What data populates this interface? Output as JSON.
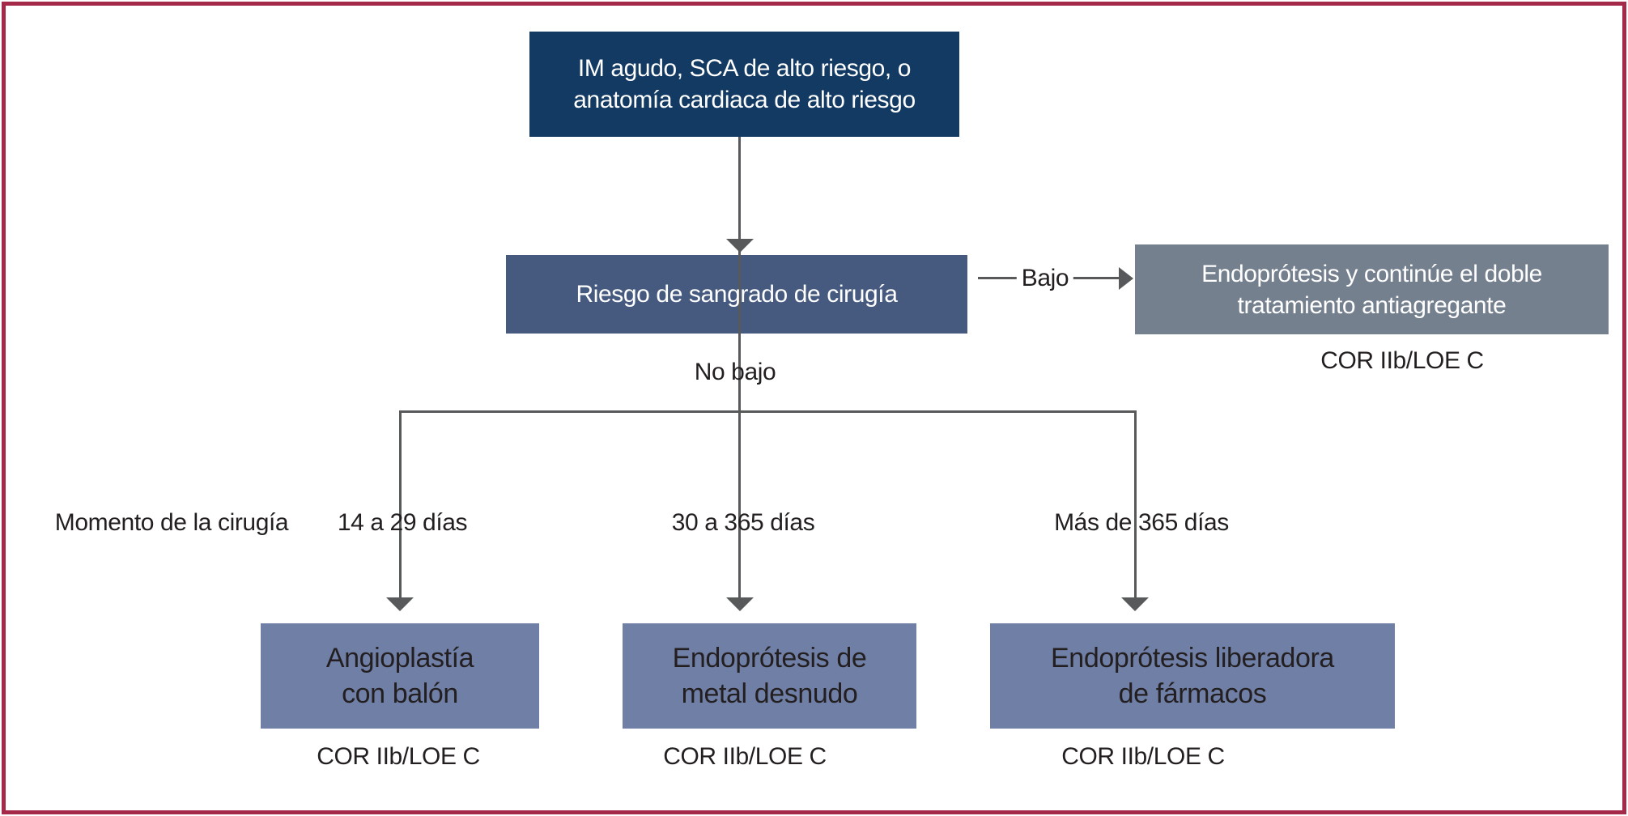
{
  "colors": {
    "border": "#a52a49",
    "line": "#58595b",
    "top_box_bg": "#133a63",
    "mid_box_bg": "#46597f",
    "gray_box_bg": "#75808f",
    "bottom_box_bg": "#6f7fa6",
    "box_text_light": "#ffffff",
    "text_dark": "#231f20"
  },
  "flowchart": {
    "top_box": "IM agudo, SCA de alto riesgo, o\nanatomía cardiaca de alto riesgo",
    "mid_box": "Riesgo de sangrado de cirugía",
    "low_label": "Bajo",
    "not_low_label": "No bajo",
    "gray_box": "Endoprótesis y continúe el doble\ntratamiento antiagregante",
    "gray_box_cor": "COR IIb/LOE C",
    "timing_title": "Momento de la cirugía",
    "timing_1": "14 a 29 días",
    "timing_2": "30 a 365 días",
    "timing_3": "Más de 365 días",
    "box_1": "Angioplastía\ncon balón",
    "box_1_cor": "COR IIb/LOE C",
    "box_2": "Endoprótesis de\nmetal desnudo",
    "box_2_cor": "COR IIb/LOE C",
    "box_3": "Endoprótesis liberadora\nde fármacos",
    "box_3_cor": "COR IIb/LOE C"
  }
}
